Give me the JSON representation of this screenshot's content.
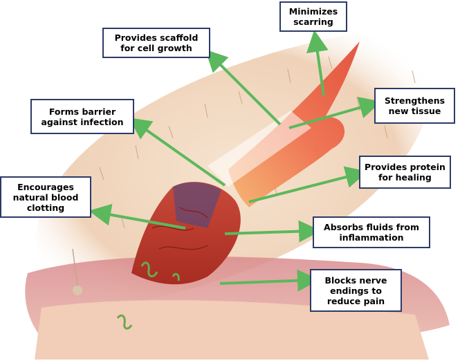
{
  "callouts": [
    {
      "id": "minimizes-scarring",
      "label": "Minimizes\nscarring"
    },
    {
      "id": "scaffold",
      "label": "Provides scaffold\nfor cell growth"
    },
    {
      "id": "strengthens",
      "label": "Strengthens\nnew tissue"
    },
    {
      "id": "barrier",
      "label": "Forms barrier\nagainst infection"
    },
    {
      "id": "protein",
      "label": "Provides protein\nfor healing"
    },
    {
      "id": "clotting",
      "label": "Encourages\nnatural blood\nclotting"
    },
    {
      "id": "absorbs",
      "label": "Absorbs fluids from\ninflammation"
    },
    {
      "id": "nerve",
      "label": "Blocks nerve\nendings to\nreduce pain"
    }
  ],
  "colors": {
    "skin": "#f3dcc6",
    "wound": "#e8533a",
    "flesh": "#c0392b",
    "arrow": "#5cb85c",
    "box_border": "#2b3a67"
  }
}
